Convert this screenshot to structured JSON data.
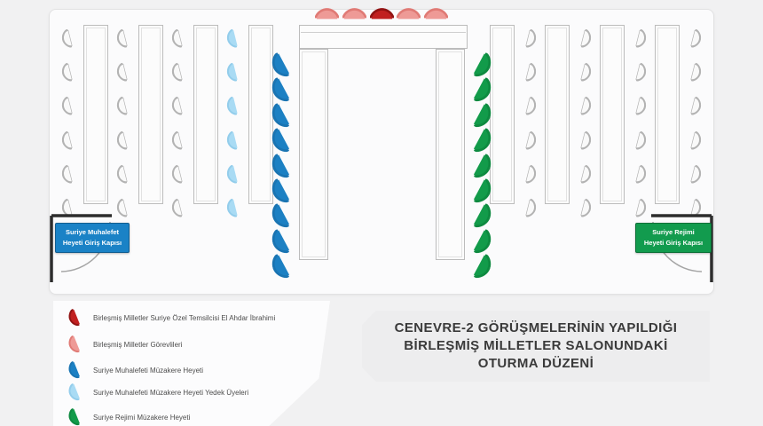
{
  "title_panel": {
    "lines": [
      "CENEVRE-2 GÖRÜŞMELERİNİN YAPILDIĞI",
      "BİRLEŞMİŞ MİLLETLER SALONUNDAKİ",
      "OTURMA DÜZENİ"
    ]
  },
  "legend": {
    "items": [
      {
        "label": "Birleşmiş Milletler Suriye Özel Temsilcisi El Ahdar İbrahimi",
        "palette": "un_envoy"
      },
      {
        "label": "Birleşmiş Milletler Görevlileri",
        "palette": "un_staff"
      },
      {
        "label": "Suriye Muhalefeti Müzakere Heyeti",
        "palette": "opposition"
      },
      {
        "label": "Suriye Muhalefeti Müzakere Heyeti Yedek Üyeleri",
        "palette": "opposition_reserve"
      },
      {
        "label": "Suriye Rejimi Müzakere Heyeti",
        "palette": "regime"
      }
    ]
  },
  "entrances": {
    "left": {
      "lines": [
        "Suriye Muhalefet",
        "Heyeti Giriş Kapısı"
      ],
      "color": "#1a82c6"
    },
    "right": {
      "lines": [
        "Suriye Rejimi",
        "Heyeti Giriş Kapısı"
      ],
      "color": "#129b4e"
    }
  },
  "seating": {
    "palette": {
      "un_envoy": {
        "fill": "#c12020",
        "arc": "#901313"
      },
      "un_staff": {
        "fill": "#ee9a96",
        "arc": "#e07a75"
      },
      "opposition": {
        "fill": "#1c80c3",
        "arc": "#1a74b2"
      },
      "opposition_reserve": {
        "fill": "#a9dbf4",
        "arc": "#93cdeb"
      },
      "regime": {
        "fill": "#129b4a",
        "arc": "#0e8a40"
      },
      "observer": {
        "fill": "#f9f9f9",
        "arc": "#b3b3b3",
        "stroke": "#b3b3b3"
      }
    },
    "head_row": {
      "seats": [
        "un_staff",
        "un_staff",
        "un_envoy",
        "un_staff",
        "un_staff"
      ]
    },
    "delegations": {
      "left": {
        "type": "opposition",
        "seats": 9
      },
      "right": {
        "type": "regime",
        "seats": 9
      }
    },
    "side_blocks": {
      "left": {
        "seats_per_column": 6,
        "seat_columns": [
          "observer",
          "observer",
          "observer",
          "opposition_reserve"
        ]
      },
      "right": {
        "seats_per_column": 6,
        "seat_columns": [
          "observer",
          "observer",
          "observer",
          "observer"
        ]
      }
    }
  }
}
